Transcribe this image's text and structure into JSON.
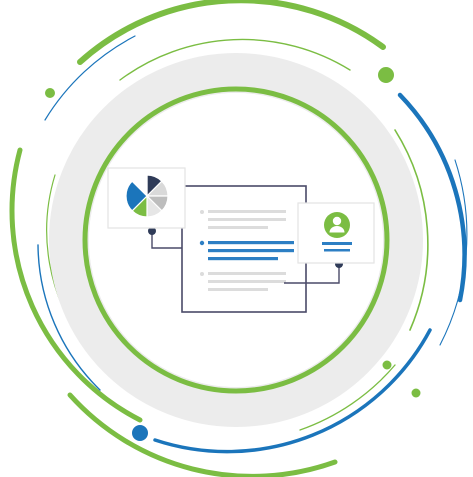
{
  "illustration": {
    "subject": "report-integration",
    "colors": {
      "green": "#7bbd43",
      "green_dark": "#6db233",
      "blue": "#1b75bb",
      "blue_light": "#3a8fd1",
      "navy": "#2f3b58",
      "ring_gray": "#ececec",
      "line_gray": "#dcdcdc",
      "text_line_blue": "#2d7fc4",
      "card_border": "#e3e3e3",
      "connector": "#4a4a68"
    },
    "icons": [
      "pie-chart-icon",
      "user-avatar-icon",
      "document-icon"
    ],
    "pie_chart": {
      "slices": [
        {
          "label": "navy",
          "share": 0.125,
          "color": "#2f3b58"
        },
        {
          "label": "light-gray-1",
          "share": 0.125,
          "color": "#d9d9d9"
        },
        {
          "label": "gray",
          "share": 0.125,
          "color": "#bdbdbd"
        },
        {
          "label": "light-gray-2",
          "share": 0.125,
          "color": "#e6e6e6"
        },
        {
          "label": "green",
          "share": 0.125,
          "color": "#7bbd43"
        },
        {
          "label": "blue",
          "share": 0.25,
          "color": "#1b75bb"
        },
        {
          "label": "white-gap",
          "share": 0.125,
          "color": "#ffffff"
        }
      ]
    }
  }
}
